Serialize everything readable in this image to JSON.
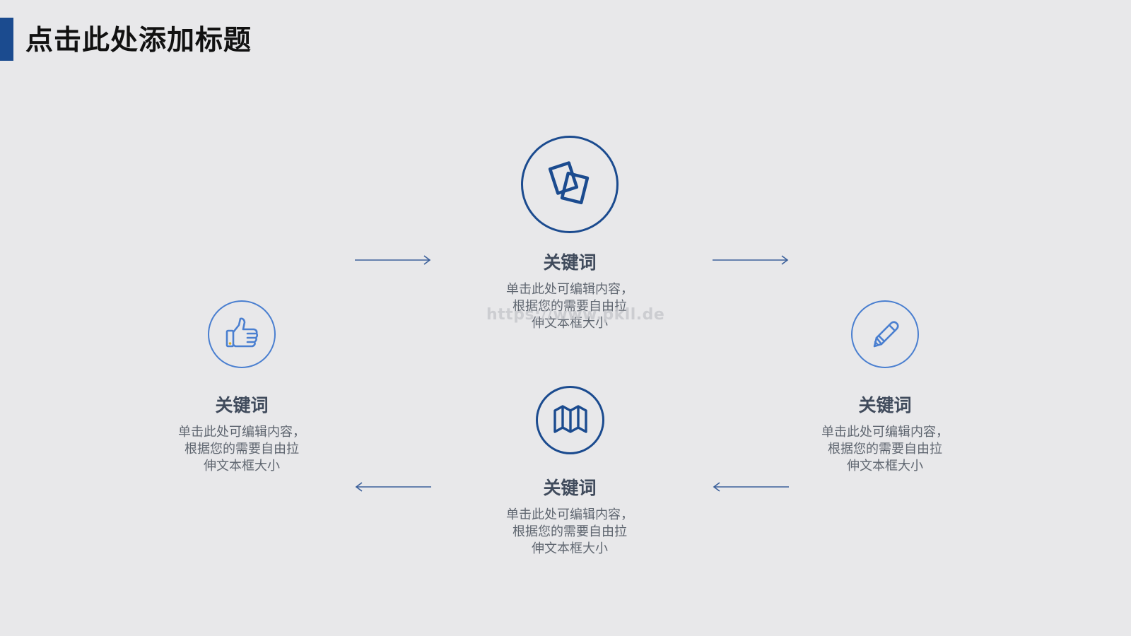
{
  "title": "点击此处添加标题",
  "colors": {
    "accent": "#1b4b8f",
    "accent_light": "#4a7fd0",
    "background": "#e8e8ea",
    "keyword_text": "#404b5c",
    "body_text": "#5f6670"
  },
  "watermark": "https://www.pkll.de",
  "nodes": [
    {
      "icon": "cards-icon",
      "keyword": "关键词",
      "desc": [
        "单击此处可编辑内容，",
        "根据您的需要自由拉",
        "伸文本框大小"
      ]
    },
    {
      "icon": "thumbs-up-icon",
      "keyword": "关键词",
      "desc": [
        "单击此处可编辑内容，",
        "根据您的需要自由拉",
        "伸文本框大小"
      ]
    },
    {
      "icon": "pencil-icon",
      "keyword": "关键词",
      "desc": [
        "单击此处可编辑内容，",
        "根据您的需要自由拉",
        "伸文本框大小"
      ]
    },
    {
      "icon": "map-icon",
      "keyword": "关键词",
      "desc": [
        "单击此处可编辑内容，",
        "根据您的需要自由拉",
        "伸文本框大小"
      ]
    }
  ]
}
